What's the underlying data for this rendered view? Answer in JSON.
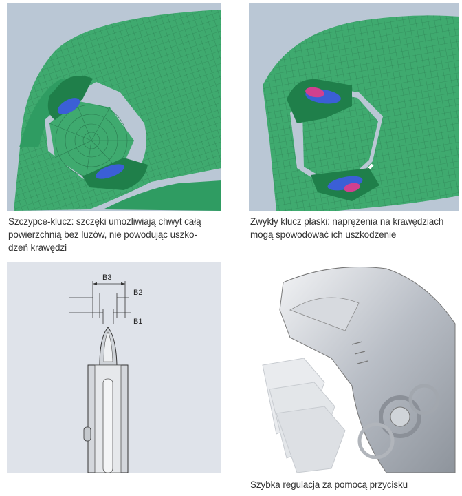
{
  "panels": [
    {
      "id": "fem-pliers-wrench",
      "caption_lines": [
        "Szczypce-klucz: szczęki umożliwiają chwyt całą",
        "powierzchnią bez luzów, nie powodując uszko-",
        "dzeń krawędzi"
      ]
    },
    {
      "id": "fem-flat-wrench",
      "caption_lines": [
        "Zwykły klucz płaski: naprężenia na krawędziach",
        "mogą spowodować ich uszkodzenie"
      ]
    },
    {
      "id": "dimension-drawing",
      "dimension_labels": [
        "B3",
        "B2",
        "B1"
      ]
    },
    {
      "id": "adjustment-photo",
      "caption_lines": [
        "Szybka regulacja za pomocą przycisku"
      ]
    }
  ],
  "colors": {
    "fem_background": "#bac7d5",
    "mesh_green": "#3faa6f",
    "mesh_dark_green": "#1f7f4a",
    "stress_blue": "#3b5fd6",
    "stress_magenta": "#d1408f",
    "drawing_background": "#dfe3ea"
  }
}
